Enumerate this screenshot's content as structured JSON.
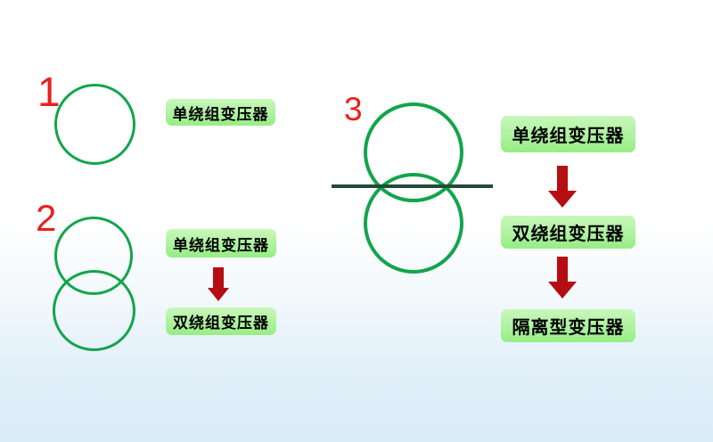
{
  "diagram": {
    "description": "transformer-symbol-evolution",
    "sections": [
      {
        "number": "1",
        "symbol": "single-circle",
        "labels": [
          "单绕组变压器"
        ]
      },
      {
        "number": "2",
        "symbol": "two-overlapping-circles",
        "labels": [
          "单绕组变压器",
          "双绕组变压器"
        ]
      },
      {
        "number": "3",
        "symbol": "two-overlapping-circles-with-separator-line",
        "labels": [
          "单绕组变压器",
          "双绕组变压器",
          "隔离型变压器"
        ]
      }
    ],
    "icons": {
      "down_arrow": "▼"
    },
    "colors": {
      "circle_stroke_green": "#12a54b",
      "label_background_green": "#aef2a0",
      "arrow_dark_red": "#b50d11",
      "number_red": "#e8201f",
      "separator_line_dark_green": "#234b38",
      "background_bottom_blue": "#d9ecf7",
      "label_text": "#000000"
    }
  }
}
